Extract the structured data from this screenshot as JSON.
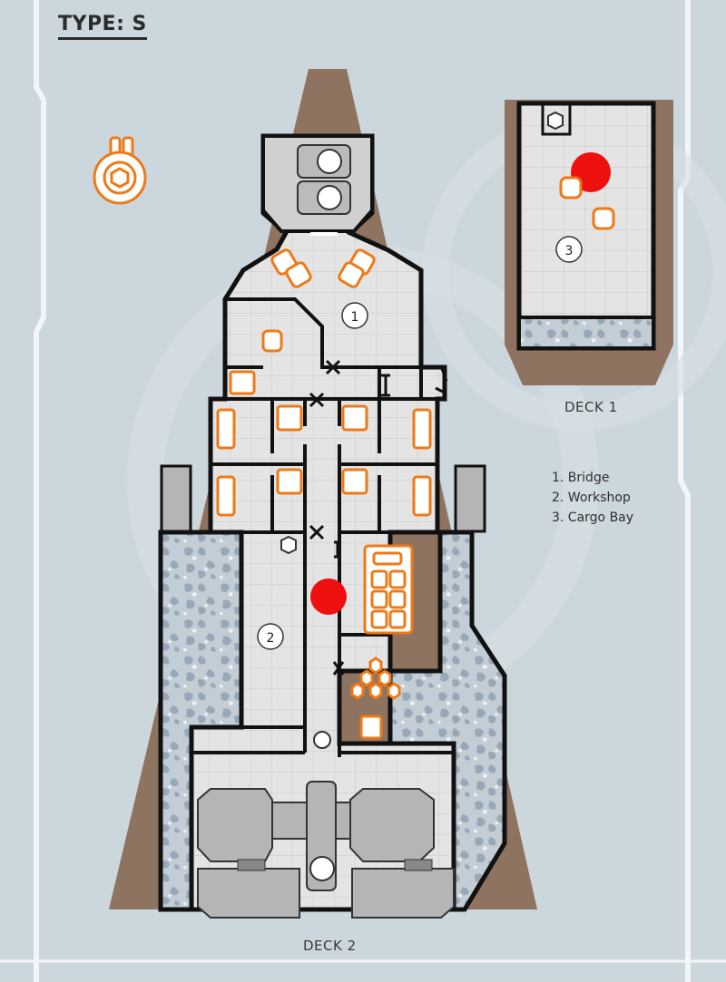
{
  "header": {
    "title": "TYPE: S"
  },
  "decks": [
    {
      "label": "DECK 1"
    },
    {
      "label": "DECK 2"
    }
  ],
  "legend": [
    {
      "number": "1",
      "text": "1. Bridge"
    },
    {
      "number": "2",
      "text": "2. Workshop"
    },
    {
      "number": "3",
      "text": "3. Cargo Bay"
    }
  ],
  "colors": {
    "page_bg": "#ccd6dd",
    "hull_brown": "#8d7360",
    "floor_grey": "#e4e4e4",
    "wall": "#111111",
    "furniture_orange": "#ee7a17",
    "marker_red": "#ee0f0f",
    "cargo_speckle": "#a9b7c3",
    "engine_grey": "#b5b5b5"
  },
  "icons": [
    "ship-symbol-icon",
    "red-marker-icon",
    "door-icon",
    "valve-icon",
    "barrel-icon"
  ]
}
